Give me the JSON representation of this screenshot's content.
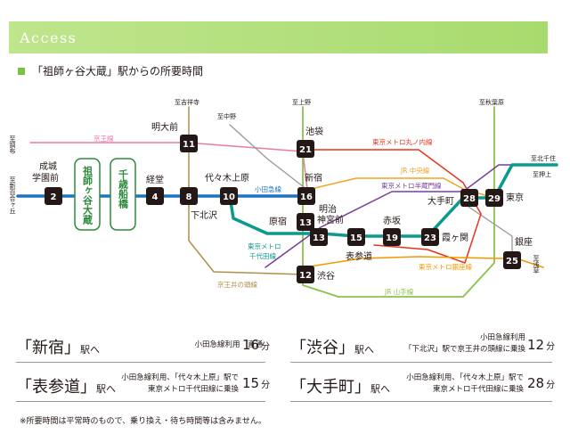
{
  "header": {
    "title": "Access"
  },
  "subtitle": "「祖師ヶ谷大蔵」駅からの所要時間",
  "diagram": {
    "directions": {
      "chofu": "至調布",
      "shinyurigaoka": "至新百合ヶ丘",
      "kichijoji": "至吉祥寺",
      "nakano": "至中野",
      "ueno": "至上野",
      "akihabara": "至秋葉原",
      "kitasenju": "至北千住",
      "oshiage": "至押上",
      "asakusa": "至浅草"
    },
    "lines": {
      "keio": "京王線",
      "odakyu": "小田急線",
      "marunouchi": "東京メトロ丸ノ内線",
      "chuo": "JR 中央線",
      "hanzomon": "東京メトロ半蔵門線",
      "chiyoda": "東京メトロ千代田線",
      "ginza": "東京メトロ銀座線",
      "yamanote": "JR 山手線",
      "inokashira": "京王井の頭線"
    },
    "current_station_1": "祖師ヶ谷大蔵",
    "current_station_2": "千歳船橋",
    "stations": [
      {
        "num": "2",
        "name": "成城学園前"
      },
      {
        "num": "4",
        "name": "経堂"
      },
      {
        "num": "8",
        "name": "下北沢"
      },
      {
        "num": "10",
        "name": "代々木上原"
      },
      {
        "num": "11",
        "name": "明大前"
      },
      {
        "num": "16",
        "name": "新宿"
      },
      {
        "num": "21",
        "name": "池袋"
      },
      {
        "num": "13",
        "name": "原宿"
      },
      {
        "num": "13",
        "name": "明治神宮前"
      },
      {
        "num": "15",
        "name": "表参道"
      },
      {
        "num": "19",
        "name": "赤坂"
      },
      {
        "num": "23",
        "name": "霞ヶ関"
      },
      {
        "num": "28",
        "name": "大手町"
      },
      {
        "num": "29",
        "name": "東京"
      },
      {
        "num": "25",
        "name": "銀座"
      },
      {
        "num": "12",
        "name": "渋谷"
      }
    ]
  },
  "travel_times": [
    {
      "destination": "新宿",
      "via": "小田急線利用　直通",
      "minutes": "16",
      "unit": "分"
    },
    {
      "destination": "渋谷",
      "via_1": "小田急線利用",
      "via_2": "「下北沢」駅で京王井の頭線に乗換",
      "minutes": "12",
      "unit": "分"
    },
    {
      "destination": "表参道",
      "via_1": "小田急線利用、「代々木上原」駅で",
      "via_2": "東京メトロ千代田線に乗換",
      "minutes": "15",
      "unit": "分"
    },
    {
      "destination": "大手町",
      "via_1": "小田急線利用、「代々木上原」駅で",
      "via_2": "東京メトロ千代田線に乗換",
      "minutes": "28",
      "unit": "分"
    }
  ],
  "dest_suffix": "駅へ",
  "note": "※所要時間は平常時のもので、乗り換え・待ち時間等は含みません。",
  "colors": {
    "odakyu": "#1c74c0",
    "keio": "#e87aa8",
    "marunouchi": "#e8341c",
    "chuo": "#f3a220",
    "hanzomon": "#7a3e9c",
    "chiyoda": "#0b9a8c",
    "ginza": "#f39800",
    "yamanote": "#8bc34a",
    "inokashira": "#b08f4a",
    "jr_other": "#999999",
    "station": "#231815",
    "accent": "#7cc242"
  }
}
